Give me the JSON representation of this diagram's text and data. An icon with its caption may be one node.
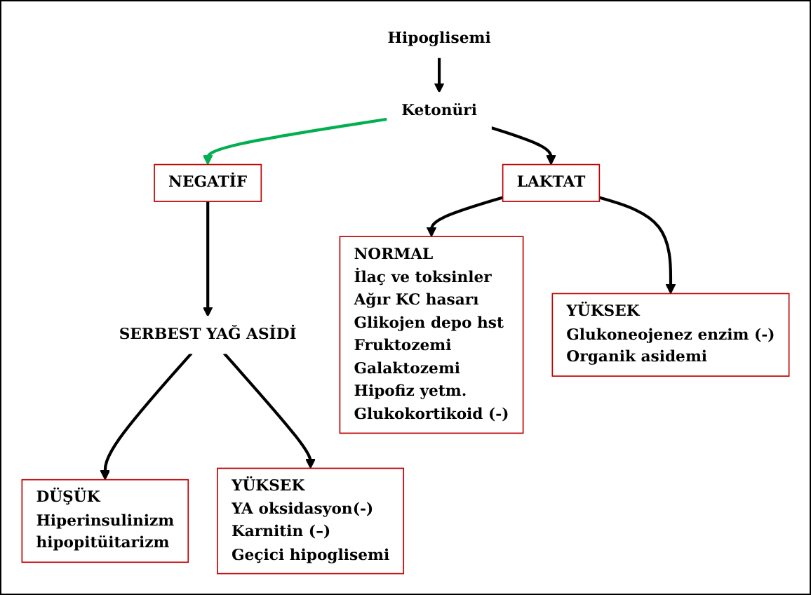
{
  "diagram": {
    "nodes": [
      {
        "text": [
          "Hipoglisemi"
        ]
      },
      {
        "text": [
          "Ketonüri"
        ]
      },
      {
        "text": [
          "NEGATİF"
        ]
      },
      {
        "text": [
          "SERBEST YAĞ ASİDİ"
        ]
      },
      {
        "text": [
          "LAKTAT"
        ]
      },
      {
        "text": [
          "DÜŞÜK",
          "Hiperinsulinizm",
          "hipopitüitarizm"
        ]
      },
      {
        "text": [
          "YÜKSEK",
          "YA oksidasyon(-)",
          "Karnitin (–)",
          "Geçici hipoglisemi"
        ]
      },
      {
        "text": [
          "NORMAL",
          "İlaç ve toksinler",
          "Ağır KC hasarı",
          "Glikojen depo hst",
          "Fruktozemi",
          "Galaktozemi",
          "Hipofiz yetm.",
          "Glukokortikoid (-)"
        ]
      },
      {
        "text": [
          "YÜKSEK",
          "Glukoneojenez enzim (-)",
          "Organik asidemi"
        ]
      }
    ],
    "edges": [
      {
        "from": 0,
        "to": 1,
        "arrow": "to"
      },
      {
        "from": 1,
        "to": 2,
        "arrow": "to",
        "color": "#00b050"
      },
      {
        "from": 1,
        "to": 4,
        "arrow": "to"
      },
      {
        "from": 2,
        "to": 3,
        "arrow": "to"
      },
      {
        "from": 3,
        "to": 5,
        "arrow": "to"
      },
      {
        "from": 3,
        "to": 6,
        "arrow": "to"
      },
      {
        "from": 4,
        "to": 7,
        "arrow": "to"
      },
      {
        "from": 4,
        "to": 8,
        "arrow": "to"
      }
    ]
  }
}
